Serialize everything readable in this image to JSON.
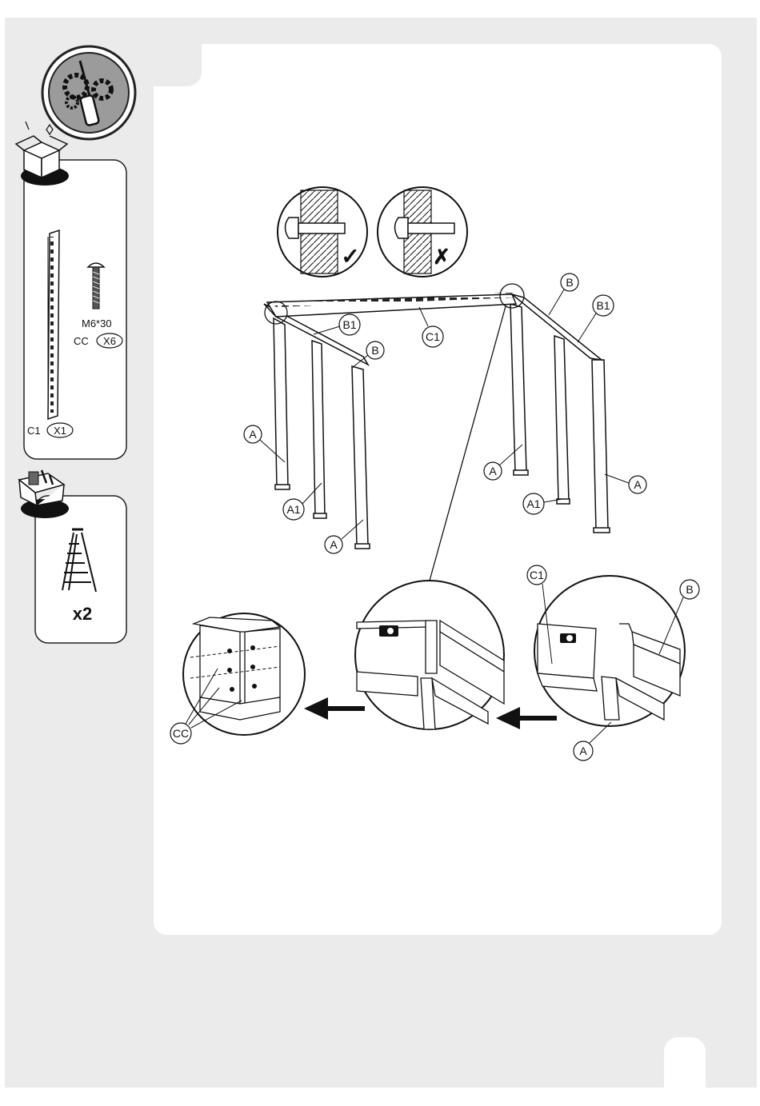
{
  "tools_badge": {
    "icon": "gears-screwdriver-icon"
  },
  "parts_box": {
    "icon": "open-box-icon",
    "items": [
      {
        "code": "C1",
        "qty": "X1",
        "icon": "slotted-rail-icon"
      },
      {
        "size": "M6*30",
        "code": "CC",
        "qty": "X6",
        "icon": "bolt-icon"
      }
    ]
  },
  "tools_box": {
    "icon": "toolbox-icon",
    "tool": "ladder-icon",
    "qty": "x2"
  },
  "check_details": [
    {
      "result": "✓",
      "meaning": "correct"
    },
    {
      "result": "✗",
      "meaning": "incorrect"
    }
  ],
  "frame_labels": {
    "A": "A",
    "A1": "A1",
    "B": "B",
    "B1": "B1",
    "C1": "C1"
  },
  "detail_labels": {
    "CC": "CC",
    "C1": "C1",
    "B": "B",
    "A": "A"
  }
}
